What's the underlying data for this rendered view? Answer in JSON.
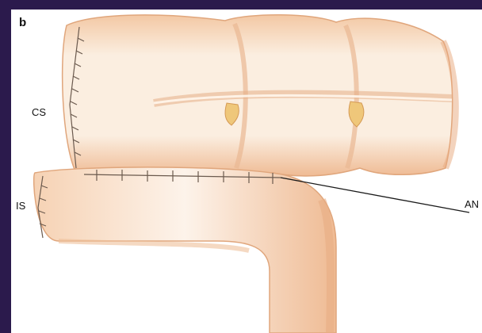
{
  "figure": {
    "panel_label": "b",
    "labels": {
      "cs": "CS",
      "is": "IS",
      "an": "AN"
    }
  },
  "colors": {
    "frame": "#2b1a4c",
    "panel": "#ffffff",
    "bowel_fill": "#f7e1cc",
    "bowel_shade": "#e8b48c",
    "bowel_outline": "#d49a72",
    "suture": "#6b5a4e",
    "pointer": "#1a1a1a"
  }
}
